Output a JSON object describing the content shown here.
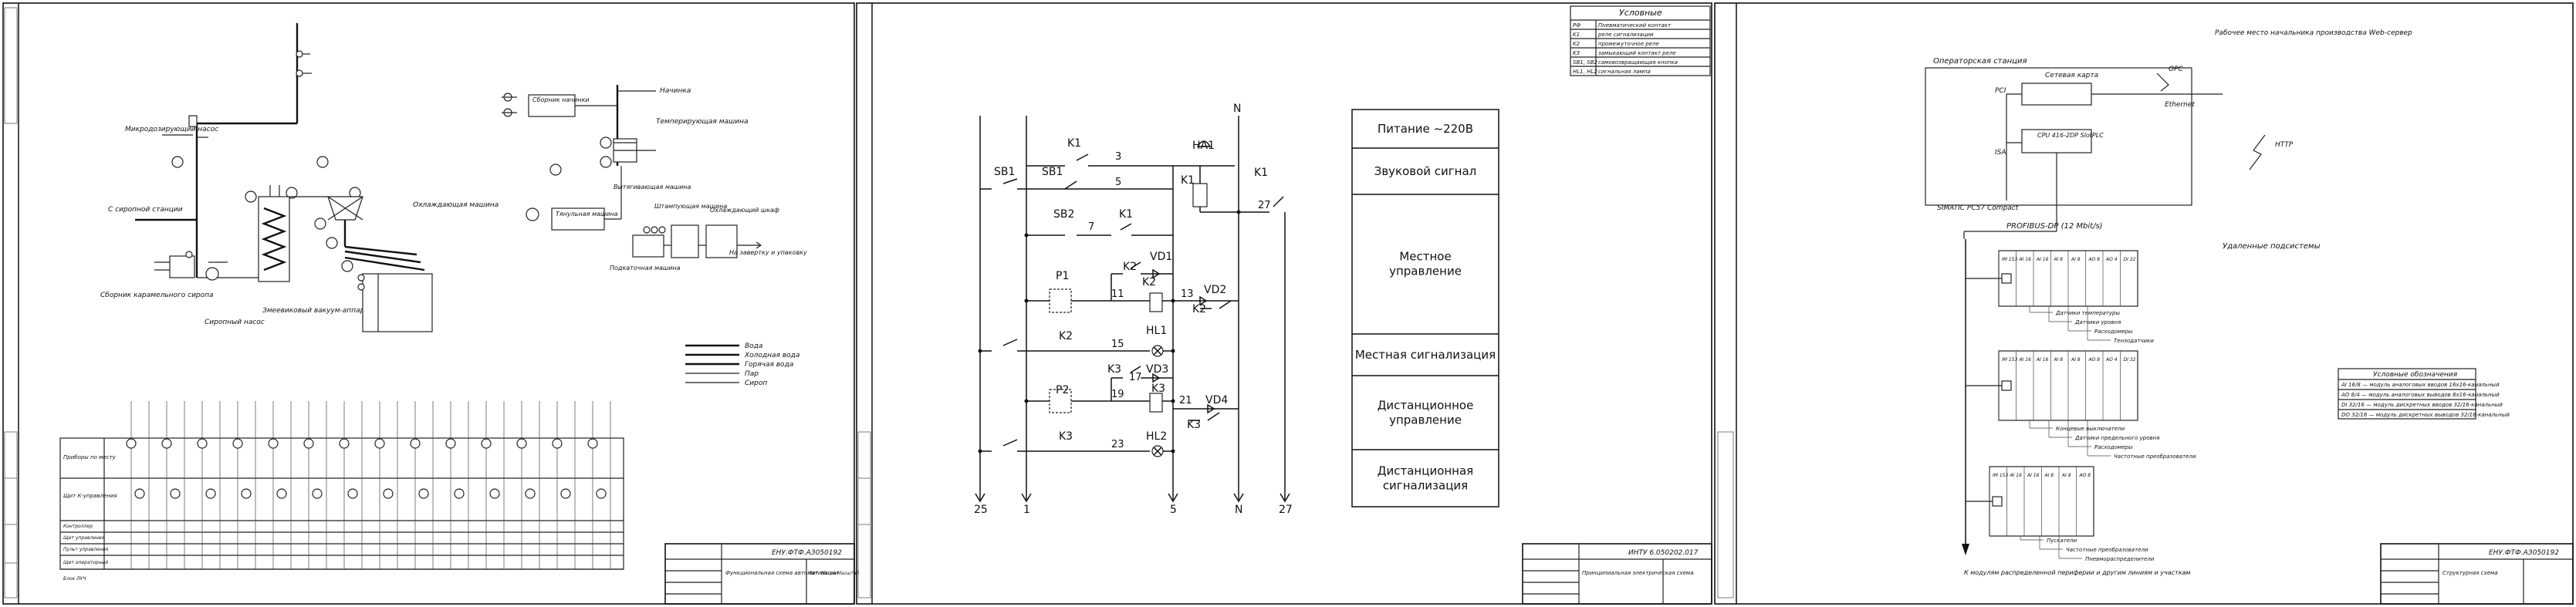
{
  "sheet1": {
    "labels": {
      "pump_top": "Микродозирующий насос",
      "syrup_station": "С сиропной станции",
      "collector": "Сборник карамельного сиропа",
      "syrup_pump": "Сиропный насос",
      "evaporator": "Змеевиковый вакуум-аппарат",
      "cooling": "Охлаждающая машина",
      "filling_col": "Сборник начинки",
      "filling": "Начинка",
      "tempering": "Темперирующая машина",
      "pulling": "Вытягивающая машина",
      "stamping": "Штампующая машина",
      "cooling_cab": "Охлаждающий шкаф",
      "dough": "Тянульная машина",
      "feeding": "Подкаточная машина",
      "wrapping": "На завертку и упаковку"
    },
    "legend": [
      "Вода",
      "Холодная вода",
      "Горячая вода",
      "Пар",
      "Сироп"
    ],
    "table_rows": [
      "Приборы по месту",
      "Щит К-управления",
      "Контроллер",
      "Щит управления",
      "Пульт управления",
      "Щит операторный",
      "Блок ЛУЧ"
    ],
    "stamp": {
      "code": "ЕНУ.ФТФ.АЗ050192",
      "title": "Функциональная схема автоматизации",
      "sheet": "Лит. Масса Масштаб"
    }
  },
  "sheet2": {
    "legend_title": "Условные",
    "legend": [
      {
        "code": "РФ",
        "text": "Пневматический контакт"
      },
      {
        "code": "K1",
        "text": "реле сигнализации"
      },
      {
        "code": "K2",
        "text": "промежуточное реле"
      },
      {
        "code": "K3",
        "text": "замыкающий контакт реле"
      },
      {
        "code": "SB1, SB2",
        "text": "самовозвращающая кнопка"
      },
      {
        "code": "HL1, HL2",
        "text": "сигнальная лампа"
      }
    ],
    "components": {
      "sb1a": "SB1",
      "sb1b": "SB1",
      "sb2": "SB2",
      "k1a": "K1",
      "k1b": "K1",
      "k1c": "K1",
      "k1d": "K1",
      "ha1": "HA1",
      "p1": "P1",
      "p2": "P2",
      "k2a": "K2",
      "k2b": "K2",
      "k2c": "K2",
      "k2d": "K2",
      "k3a": "K3",
      "k3b": "K3",
      "k3c": "K3",
      "k3d": "K3",
      "vd1": "VD1",
      "vd2": "VD2",
      "vd3": "VD3",
      "vd4": "VD4",
      "hl1": "HL1",
      "hl2": "HL2",
      "n": "N"
    },
    "wires": {
      "w3": "3",
      "w5": "5",
      "w7": "7",
      "w11": "11",
      "w13": "13",
      "w15": "15",
      "w17": "17",
      "w19": "19",
      "w21": "21",
      "w23": "23",
      "w27": "27"
    },
    "bottom": {
      "b25": "25",
      "b1": "1",
      "b5": "5",
      "bn": "N",
      "b27": "27"
    },
    "panel": [
      {
        "text": "Питание ~220В",
        "lines": [
          "Питание ~220В"
        ]
      },
      {
        "text": "Звуковой сигнал",
        "lines": [
          "Звуковой сигнал"
        ]
      },
      {
        "text": "Местное управление",
        "lines": [
          "Местное",
          "управление"
        ]
      },
      {
        "text": "Местная сигнализация",
        "lines": [
          "Местная сигнализация"
        ]
      },
      {
        "text": "Дистанционное управление",
        "lines": [
          "Дистанционное",
          "управление"
        ]
      },
      {
        "text": "Дистанционная сигнализация",
        "lines": [
          "Дистанционная",
          "сигнализация"
        ]
      }
    ],
    "stamp": {
      "code": "ИНТУ 6.050202.017",
      "title": "Принципиальная электрическая схема"
    }
  },
  "sheet3": {
    "operator": "Операторская станция",
    "network_card": "Сетевая карта",
    "workplace": "Рабочее место начальника производства Web-сервер",
    "opc": "OPC",
    "ethernet": "Ethernet",
    "http": "HTTP",
    "pci": "PCI",
    "isa": "ISA",
    "cpu": "CPU 416-2DP SlotPLC",
    "simatic": "SIMATIC PC57 Compact",
    "profibus": "PROFIBUS-DP (12 Mbit/s)",
    "remote": "Удаленные подсистемы",
    "r1_labels": [
      "Датчики температуры",
      "Датчики уровня",
      "Расходомеры",
      "Тензодатчики"
    ],
    "r2_labels": [
      "Концевые выключатели",
      "Датчики предельного уровня",
      "Расходомеры",
      "Частотные преобразователи"
    ],
    "r3_labels": [
      "Пускатели",
      "Частотные преобразователи",
      "Пневмораспределители"
    ],
    "bottom_note": "К модулям распределенной периферии и другим линиям и участкам",
    "legend_title": "Условные обозначения",
    "legend": [
      "AI 16/8 — модуль аналоговых вводов 16х16-канальный",
      "AO 8/4 — модуль аналоговых выводов 8х16-канальный",
      "DI 32/16 — модуль дискретных вводов 32/16-канальный",
      "DO 32/16 — модуль дискретных выводов 32/16-канальный"
    ],
    "module_labels": [
      "IM 153",
      "AI 16",
      "AI 16",
      "AI 8",
      "AI 8",
      "AO 8",
      "AO 4",
      "DI 32"
    ],
    "stamp": {
      "code": "ЕНУ.ФТФ.АЗ050192",
      "title": "Структурная схема"
    }
  }
}
